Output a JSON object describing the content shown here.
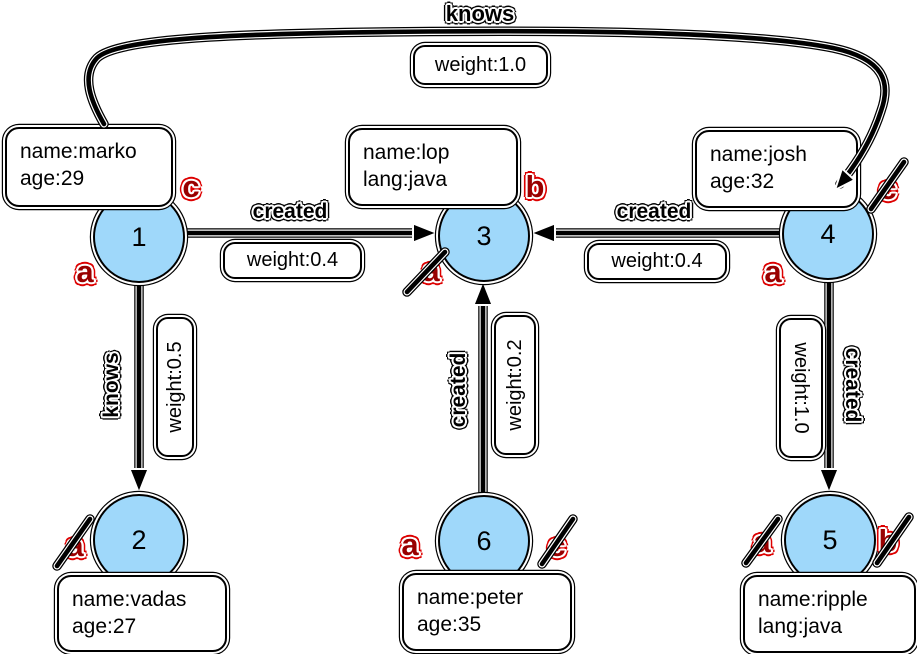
{
  "graph": {
    "nodes": [
      {
        "id": "1",
        "line1": "name:marko",
        "line2": "age:29"
      },
      {
        "id": "2",
        "line1": "name:vadas",
        "line2": "age:27"
      },
      {
        "id": "3",
        "line1": "name:lop",
        "line2": "lang:java"
      },
      {
        "id": "4",
        "line1": "name:josh",
        "line2": "age:32"
      },
      {
        "id": "5",
        "line1": "name:ripple",
        "line2": "lang:java"
      },
      {
        "id": "6",
        "line1": "name:peter",
        "line2": "age:35"
      }
    ],
    "edges": [
      {
        "from": "1",
        "to": "4",
        "label": "knows",
        "weight": "weight:1.0"
      },
      {
        "from": "1",
        "to": "3",
        "label": "created",
        "weight": "weight:0.4"
      },
      {
        "from": "4",
        "to": "3",
        "label": "created",
        "weight": "weight:0.4"
      },
      {
        "from": "1",
        "to": "2",
        "label": "knows",
        "weight": "weight:0.5"
      },
      {
        "from": "6",
        "to": "3",
        "label": "created",
        "weight": "weight:0.2"
      },
      {
        "from": "4",
        "to": "5",
        "label": "created",
        "weight": "weight:1.0"
      }
    ],
    "step_labels": [
      {
        "node": "1",
        "letter": "c",
        "struck": false
      },
      {
        "node": "1",
        "letter": "a",
        "struck": false
      },
      {
        "node": "3",
        "letter": "b",
        "struck": false
      },
      {
        "node": "3",
        "letter": "a",
        "struck": true
      },
      {
        "node": "4",
        "letter": "c",
        "struck": true
      },
      {
        "node": "4",
        "letter": "a",
        "struck": false
      },
      {
        "node": "2",
        "letter": "a",
        "struck": true
      },
      {
        "node": "6",
        "letter": "a",
        "struck": false
      },
      {
        "node": "6",
        "letter": "c",
        "struck": true
      },
      {
        "node": "5",
        "letter": "a",
        "struck": true
      },
      {
        "node": "5",
        "letter": "b",
        "struck": true
      }
    ],
    "colors": {
      "node_fill": "#9fd8fa",
      "annotation_red": "#bb0000",
      "edge_color": "#000000"
    }
  }
}
